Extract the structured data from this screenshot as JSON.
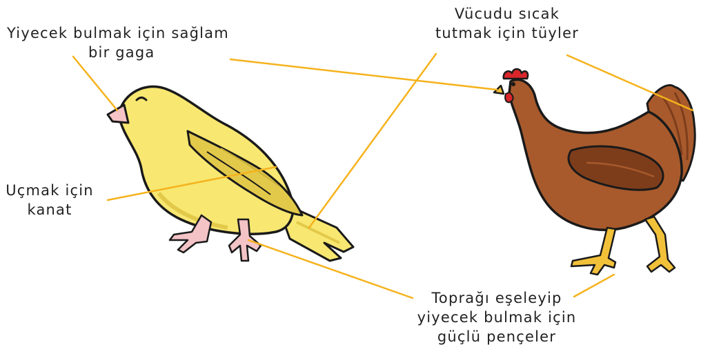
{
  "labels": {
    "beak": {
      "line1": "Yiyecek bulmak için sağlam",
      "line2": "bir gaga"
    },
    "feathers": {
      "line1": "Vücudu sıcak",
      "line2": "tutmak için tüyler"
    },
    "wing": {
      "line1": "Uçmak için",
      "line2": "kanat"
    },
    "claws": {
      "line1": "Toprağı eşeleyip",
      "line2": "yiyecek bulmak için",
      "line3": "güçlü pençeler"
    }
  },
  "colors": {
    "leader_line": "#f5b21b",
    "canary_body": "#f8e771",
    "canary_shade": "#e3c94a",
    "hen_body": "#a85a2c",
    "hen_shade": "#7d3d1b",
    "comb": "#d8262b",
    "legs_canary": "#f3c3c6",
    "legs_hen": "#f2c13a",
    "outline": "#1a1a1a"
  }
}
